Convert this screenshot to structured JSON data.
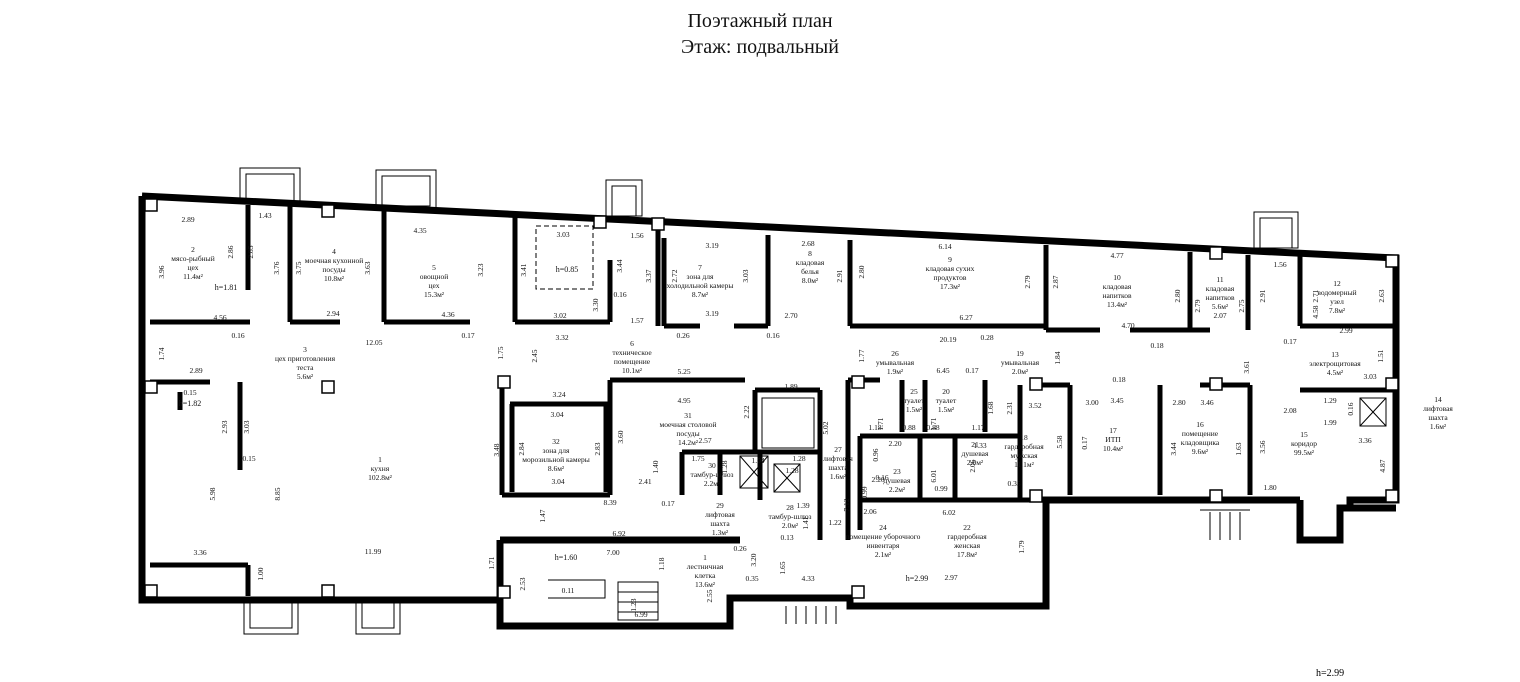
{
  "header": {
    "title_line1": "Поэтажный план",
    "title_line2": "Этаж: подвальный"
  },
  "corner_height": "h=2.99",
  "rooms": [
    {
      "n": "1",
      "name": "кухня",
      "area": "102.8м²"
    },
    {
      "n": "2",
      "name": "мясо-рыбный цех",
      "area": "11.4м²"
    },
    {
      "n": "3",
      "name": "цех приготовления теста",
      "area": "5.6м²"
    },
    {
      "n": "4",
      "name": "моечная кухонной посуды",
      "area": "10.8м²"
    },
    {
      "n": "5",
      "name": "овощной цех",
      "area": "15.3м²"
    },
    {
      "n": "6",
      "name": "техническое помещение",
      "area": "10.1м²"
    },
    {
      "n": "7",
      "name": "зона для холодильной камеры",
      "area": "8.7м²"
    },
    {
      "n": "8",
      "name": "кладовая белья",
      "area": "8.0м²"
    },
    {
      "n": "9",
      "name": "кладовая сухих продуктов",
      "area": "17.3м²"
    },
    {
      "n": "10",
      "name": "кладовая напитков",
      "area": "13.4м²"
    },
    {
      "n": "11",
      "name": "кладовая напитков",
      "area": "5.6м²"
    },
    {
      "n": "12",
      "name": "водомерный узел",
      "area": "7.8м²"
    },
    {
      "n": "13",
      "name": "электрощитовая",
      "area": "4.5м²"
    },
    {
      "n": "14",
      "name": "лифтовая шахта",
      "area": "1.6м²"
    },
    {
      "n": "15",
      "name": "коридор",
      "area": "99.5м²"
    },
    {
      "n": "16",
      "name": "помещение кладовщика",
      "area": "9.6м²"
    },
    {
      "n": "17",
      "name": "ИТП",
      "area": "10.4м²"
    },
    {
      "n": "18",
      "name": "гардеробная мужская",
      "area": "11.1м²"
    },
    {
      "n": "19",
      "name": "умывальная",
      "area": "2.0м²"
    },
    {
      "n": "20",
      "name": "туалет",
      "area": "1.5м²"
    },
    {
      "n": "21",
      "name": "душевая",
      "area": "2.0м²"
    },
    {
      "n": "22",
      "name": "гардеробная женская",
      "area": "17.8м²"
    },
    {
      "n": "23",
      "name": "душевая",
      "area": "2.2м²"
    },
    {
      "n": "24",
      "name": "помещение уборочного инвентаря",
      "area": "2.1м²"
    },
    {
      "n": "25",
      "name": "туалет",
      "area": "1.5м²"
    },
    {
      "n": "26",
      "name": "умывальная",
      "area": "1.9м²"
    },
    {
      "n": "27",
      "name": "лифтовая шахта",
      "area": "1.6м²"
    },
    {
      "n": "28",
      "name": "тамбур-шлюз",
      "area": "2.0м²"
    },
    {
      "n": "29",
      "name": "лифтовая шахта",
      "area": "1.3м²"
    },
    {
      "n": "30",
      "name": "тамбур-шлюз",
      "area": "2.2м²"
    },
    {
      "n": "31",
      "name": "моечная столовой посуды",
      "area": "14.2м²"
    },
    {
      "n": "32",
      "name": "зона для морозильной камеры",
      "area": "8.6м²"
    },
    {
      "n": "1",
      "name": "лестничная клетка",
      "area": "13.6м²"
    }
  ],
  "heights": [
    "h=0.85",
    "h=1.81",
    "h=1.82",
    "h=1.60",
    "h=2.99"
  ],
  "dims": [
    "2.89",
    "1.43",
    "2.86",
    "2.85",
    "3.96",
    "3.76",
    "3.75",
    "3.63",
    "4.35",
    "3.23",
    "3.41",
    "3.03",
    "1.56",
    "3.44",
    "3.30",
    "0.16",
    "3.37",
    "3.02",
    "1.57",
    "3.32",
    "3.19",
    "2.72",
    "3.03",
    "3.19",
    "0.26",
    "2.68",
    "2.91",
    "2.70",
    "0.16",
    "6.14",
    "2.80",
    "2.79",
    "6.27",
    "0.28",
    "20.19",
    "4.77",
    "2.87",
    "2.80",
    "4.70",
    "0.18",
    "1.56",
    "2.79",
    "2.75",
    "2.07",
    "2.91",
    "2.71",
    "2.63",
    "4.58",
    "2.99",
    "0.17",
    "1.51",
    "3.03",
    "4.56",
    "0.16",
    "2.94",
    "12.05",
    "4.36",
    "0.17",
    "1.75",
    "2.45",
    "1.74",
    "2.89",
    "0.15",
    "2.93",
    "3.03",
    "0.15",
    "5.98",
    "8.85",
    "3.36",
    "11.99",
    "1.00",
    "5.25",
    "4.95",
    "3.24",
    "3.04",
    "3.48",
    "2.84",
    "2.83",
    "3.04",
    "3.60",
    "2.22",
    "2.57",
    "8.39",
    "2.41",
    "1.40",
    "0.17",
    "1.89",
    "5.02",
    "1.75",
    "1.28",
    "1.04",
    "1.28",
    "1.28",
    "1.39",
    "1.41",
    "0.13",
    "1.47",
    "6.92",
    "1.71",
    "7.00",
    "2.53",
    "1.18",
    "0.11",
    "1.23",
    "6.99",
    "2.55",
    "0.26",
    "3.20",
    "0.35",
    "1.65",
    "4.33",
    "1.22",
    "7.12",
    "1.77",
    "6.45",
    "0.17",
    "1.71",
    "0.88",
    "1.71",
    "0.88",
    "1.18",
    "1.68",
    "1.17",
    "2.20",
    "0.96",
    "1.33",
    "2.06",
    "0.99",
    "2.20",
    "0.99",
    "0.16",
    "2.06",
    "6.01",
    "6.02",
    "2.97",
    "1.79",
    "1.84",
    "2.31",
    "3.52",
    "5.58",
    "0.18",
    "3.00",
    "3.45",
    "0.17",
    "2.80",
    "3.46",
    "3.44",
    "1.63",
    "3.61",
    "3.56",
    "0.35",
    "1.80",
    "1.29",
    "0.16",
    "1.99",
    "3.36",
    "2.08",
    "4.87"
  ]
}
